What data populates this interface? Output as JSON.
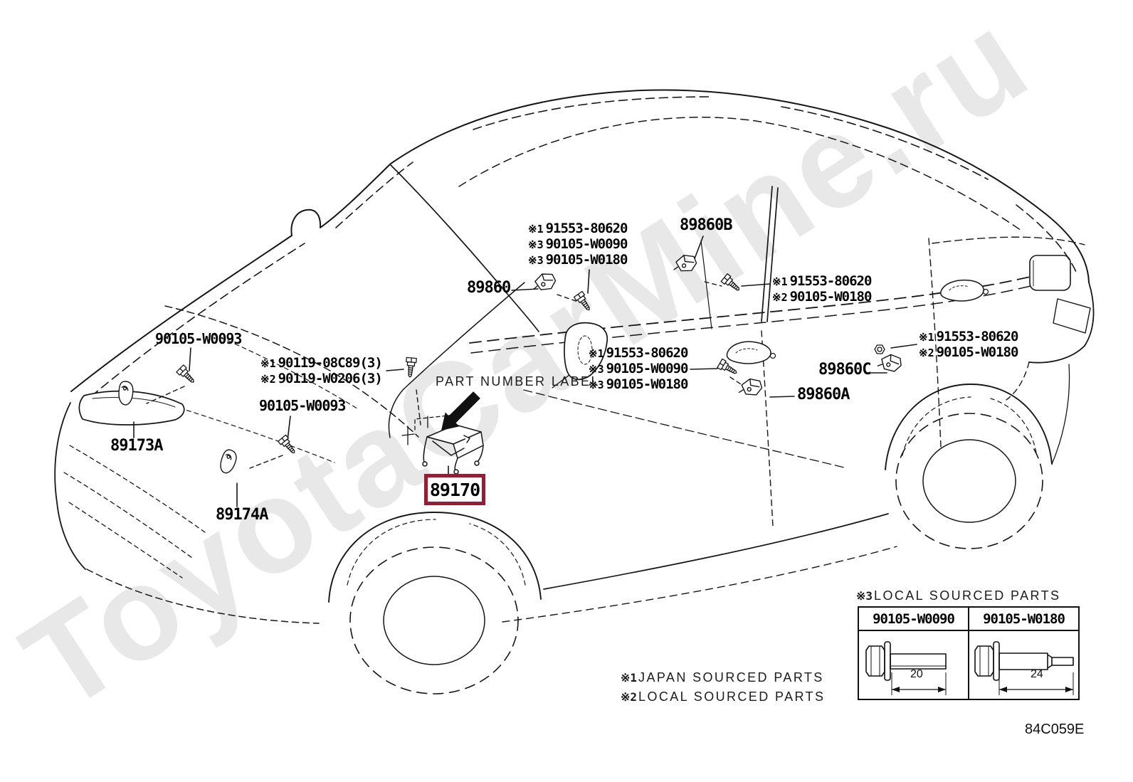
{
  "watermark_text": "ToyotaCarMine.ru",
  "diagram_code": "84C059E",
  "colors": {
    "highlight_box": "#9E1A33",
    "line": "#161616"
  },
  "highlight": {
    "part_number": "89170"
  },
  "static_labels": {
    "part_number_label": "PART NUMBER LABEL"
  },
  "part_labels": {
    "front_bolt_left": "90105-W0093",
    "front_bolt_mid": "90105-W0093",
    "front_grommet": "89173A",
    "front_clip": "89174A",
    "sensor_front_door": "89860",
    "sensor_rear_door": "89860B",
    "sensor_quarter_lower": "89860A",
    "sensor_quarter_upper": "89860C"
  },
  "callout_groups": {
    "windshield_triple": [
      {
        "ref": "※1",
        "part": "91553-80620"
      },
      {
        "ref": "※3",
        "part": "90105-W0090"
      },
      {
        "ref": "※3",
        "part": "90105-W0180"
      }
    ],
    "door_triple": [
      {
        "ref": "※1",
        "part": "91553-80620"
      },
      {
        "ref": "※3",
        "part": "90105-W0090"
      },
      {
        "ref": "※3",
        "part": "90105-W0180"
      }
    ],
    "rear_upper_pair": [
      {
        "ref": "※1",
        "part": "91553-80620"
      },
      {
        "ref": "※2",
        "part": "90105-W0180"
      }
    ],
    "rear_lower_pair": [
      {
        "ref": "※1",
        "part": "91553-80620"
      },
      {
        "ref": "※2",
        "part": "90105-W0180"
      }
    ],
    "hood_pair": [
      {
        "ref": "※1",
        "part": "90119-08C89(3)"
      },
      {
        "ref": "※2",
        "part": "90119-W0206(3)"
      }
    ]
  },
  "notes": [
    {
      "ref": "※1",
      "text": "JAPAN SOURCED PARTS"
    },
    {
      "ref": "※2",
      "text": "LOCAL SOURCED PARTS"
    }
  ],
  "local_parts_table": {
    "title_ref": "※3",
    "title": "LOCAL SOURCED PARTS",
    "columns": [
      {
        "part_number": "90105-W0090",
        "length_mm": "20"
      },
      {
        "part_number": "90105-W0180",
        "length_mm": "24"
      }
    ]
  }
}
